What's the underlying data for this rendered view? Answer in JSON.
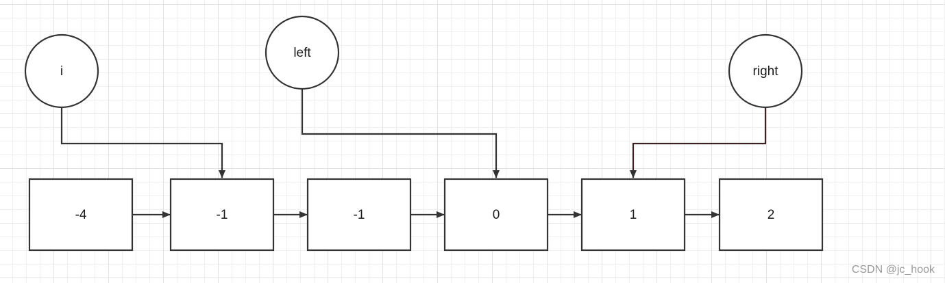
{
  "nodes": [
    {
      "id": "n0",
      "label": "-4"
    },
    {
      "id": "n1",
      "label": "-1"
    },
    {
      "id": "n2",
      "label": "-1"
    },
    {
      "id": "n3",
      "label": "0"
    },
    {
      "id": "n4",
      "label": "1"
    },
    {
      "id": "n5",
      "label": "2"
    }
  ],
  "pointers": [
    {
      "id": "i",
      "label": "i",
      "target": "n1"
    },
    {
      "id": "left",
      "label": "left",
      "target": "n3"
    },
    {
      "id": "right",
      "label": "right",
      "target": "n4"
    }
  ],
  "watermark": "CSDN @jc_hook"
}
